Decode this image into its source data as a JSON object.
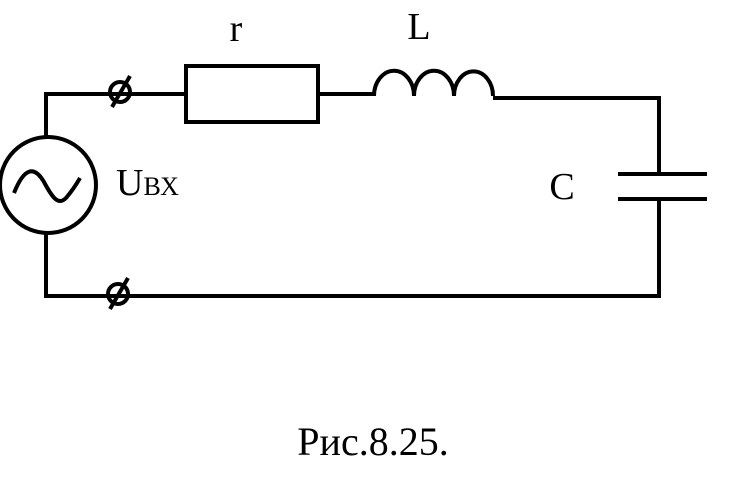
{
  "labels": {
    "resistor": "r",
    "inductor": "L",
    "capacitor": "C",
    "source_main": "U",
    "source_sub": "ВХ"
  },
  "caption": "Рис.8.25."
}
